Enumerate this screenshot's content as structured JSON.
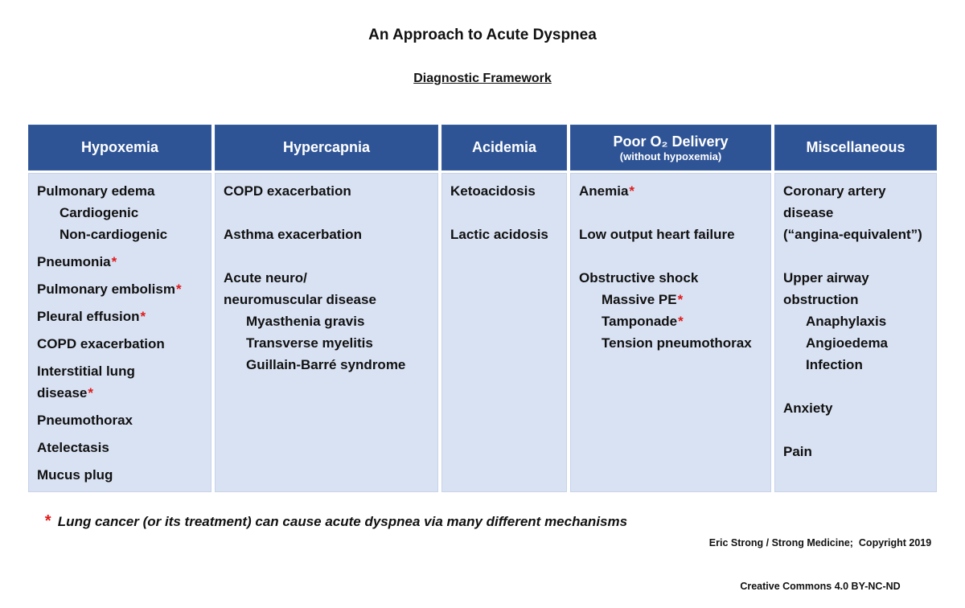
{
  "title": "An Approach to Acute Dyspnea",
  "subtitle": "Diagnostic Framework",
  "colors": {
    "header_bg": "#2F5496",
    "header_text": "#FFFFFF",
    "cell_bg": "#D9E2F3",
    "asterisk_red": "#E01A1A"
  },
  "table": {
    "columns": [
      {
        "id": "hypoxemia",
        "header": "Hypoxemia",
        "subheader": "",
        "lines": [
          {
            "text": "Pulmonary edema",
            "indent": 0,
            "star": false,
            "gap": "none"
          },
          {
            "text": "Cardiogenic",
            "indent": 1,
            "star": false,
            "gap": "none"
          },
          {
            "text": "Non-cardiogenic",
            "indent": 1,
            "star": false,
            "gap": "none"
          },
          {
            "text": "Pneumonia",
            "indent": 0,
            "star": true,
            "gap": "para"
          },
          {
            "text": "Pulmonary embolism",
            "indent": 0,
            "star": true,
            "gap": "para"
          },
          {
            "text": "Pleural effusion",
            "indent": 0,
            "star": true,
            "gap": "para"
          },
          {
            "text": "COPD exacerbation",
            "indent": 0,
            "star": false,
            "gap": "para"
          },
          {
            "text": "Interstitial lung",
            "indent": 0,
            "star": false,
            "gap": "para"
          },
          {
            "text": "disease",
            "indent": 0,
            "star": true,
            "gap": "none"
          },
          {
            "text": "Pneumothorax",
            "indent": 0,
            "star": false,
            "gap": "para"
          },
          {
            "text": "Atelectasis",
            "indent": 0,
            "star": false,
            "gap": "para"
          },
          {
            "text": "Mucus plug",
            "indent": 0,
            "star": false,
            "gap": "para"
          }
        ]
      },
      {
        "id": "hypercapnia",
        "header": "Hypercapnia",
        "subheader": "",
        "lines": [
          {
            "text": "COPD exacerbation",
            "indent": 0,
            "star": false,
            "gap": "none"
          },
          {
            "text": "Asthma exacerbation",
            "indent": 0,
            "star": false,
            "gap": "blank"
          },
          {
            "text": "Acute neuro/",
            "indent": 0,
            "star": false,
            "gap": "blank"
          },
          {
            "text": "neuromuscular disease",
            "indent": 0,
            "star": false,
            "gap": "none"
          },
          {
            "text": "Myasthenia gravis",
            "indent": 1,
            "star": false,
            "gap": "none"
          },
          {
            "text": "Transverse myelitis",
            "indent": 1,
            "star": false,
            "gap": "none"
          },
          {
            "text": "Guillain-Barré syndrome",
            "indent": 1,
            "star": false,
            "gap": "none"
          }
        ]
      },
      {
        "id": "acidemia",
        "header": "Acidemia",
        "subheader": "",
        "lines": [
          {
            "text": "Ketoacidosis",
            "indent": 0,
            "star": false,
            "gap": "none"
          },
          {
            "text": "Lactic acidosis",
            "indent": 0,
            "star": false,
            "gap": "blank"
          }
        ]
      },
      {
        "id": "poor-o2-delivery",
        "header": "Poor O₂ Delivery",
        "subheader": "(without hypoxemia)",
        "lines": [
          {
            "text": "Anemia",
            "indent": 0,
            "star": true,
            "gap": "none"
          },
          {
            "text": "Low output heart failure",
            "indent": 0,
            "star": false,
            "gap": "blank"
          },
          {
            "text": "Obstructive shock",
            "indent": 0,
            "star": false,
            "gap": "blank"
          },
          {
            "text": "Massive PE",
            "indent": 1,
            "star": true,
            "gap": "none"
          },
          {
            "text": "Tamponade",
            "indent": 1,
            "star": true,
            "gap": "none"
          },
          {
            "text": "Tension pneumothorax",
            "indent": 1,
            "star": false,
            "gap": "none"
          }
        ]
      },
      {
        "id": "miscellaneous",
        "header": "Miscellaneous",
        "subheader": "",
        "lines": [
          {
            "text": "Coronary artery",
            "indent": 0,
            "star": false,
            "gap": "none"
          },
          {
            "text": "disease",
            "indent": 0,
            "star": false,
            "gap": "none"
          },
          {
            "text": "(“angina-equivalent”)",
            "indent": 0,
            "star": false,
            "gap": "none"
          },
          {
            "text": "Upper airway",
            "indent": 0,
            "star": false,
            "gap": "blank"
          },
          {
            "text": "obstruction",
            "indent": 0,
            "star": false,
            "gap": "none"
          },
          {
            "text": "Anaphylaxis",
            "indent": 1,
            "star": false,
            "gap": "none"
          },
          {
            "text": "Angioedema",
            "indent": 1,
            "star": false,
            "gap": "none"
          },
          {
            "text": "Infection",
            "indent": 1,
            "star": false,
            "gap": "none"
          },
          {
            "text": "Anxiety",
            "indent": 0,
            "star": false,
            "gap": "blank"
          },
          {
            "text": "Pain",
            "indent": 0,
            "star": false,
            "gap": "blank"
          }
        ]
      }
    ]
  },
  "footnote": {
    "marker": "*",
    "text": "Lung cancer (or its treatment) can cause acute dyspnea via many different mechanisms"
  },
  "credit": {
    "line1": "Eric Strong / Strong Medicine;  Copyright 2019",
    "line2": "Creative Commons 4.0 BY-NC-ND"
  }
}
